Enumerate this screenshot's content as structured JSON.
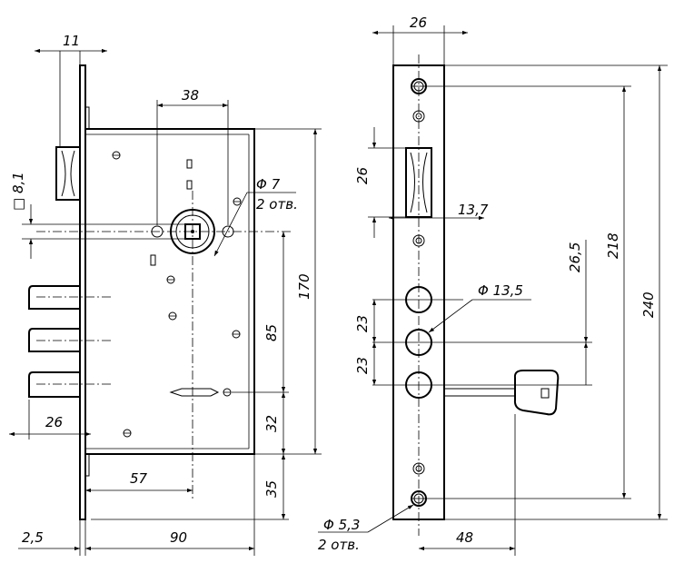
{
  "dimensions": {
    "front_width_11": "11",
    "front_width_38": "38",
    "square_8_1": "□ 8,1",
    "hole_d7": "Φ 7",
    "hole_d7_count": "2 отв.",
    "height_170": "170",
    "height_85": "85",
    "height_32": "32",
    "height_35": "35",
    "bolt_26": "26",
    "backset_57": "57",
    "faceplate_2_5": "2,5",
    "depth_90": "90",
    "plate_26": "26",
    "latch_26": "26",
    "plate_13_7": "13,7",
    "cyl_d13_5": "Φ 13,5",
    "pitch_23_a": "23",
    "pitch_23_b": "23",
    "v_26_5": "26,5",
    "v_218": "218",
    "v_240": "240",
    "screw_d5_3": "Φ 5,3",
    "screw_d5_3_count": "2 отв.",
    "key_48": "48"
  }
}
